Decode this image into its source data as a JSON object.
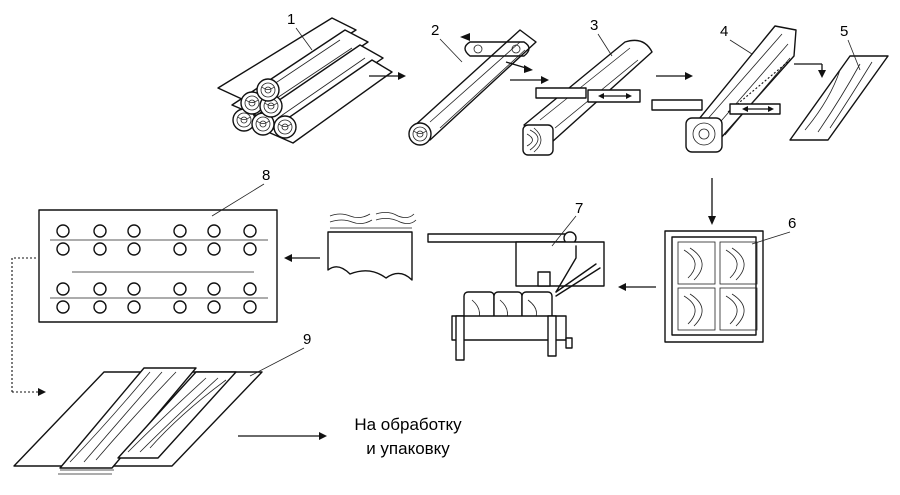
{
  "labels": [
    "1",
    "2",
    "3",
    "4",
    "5",
    "6",
    "7",
    "8",
    "9"
  ],
  "caption": {
    "line1": "На обработку",
    "line2": "и упаковку"
  }
}
